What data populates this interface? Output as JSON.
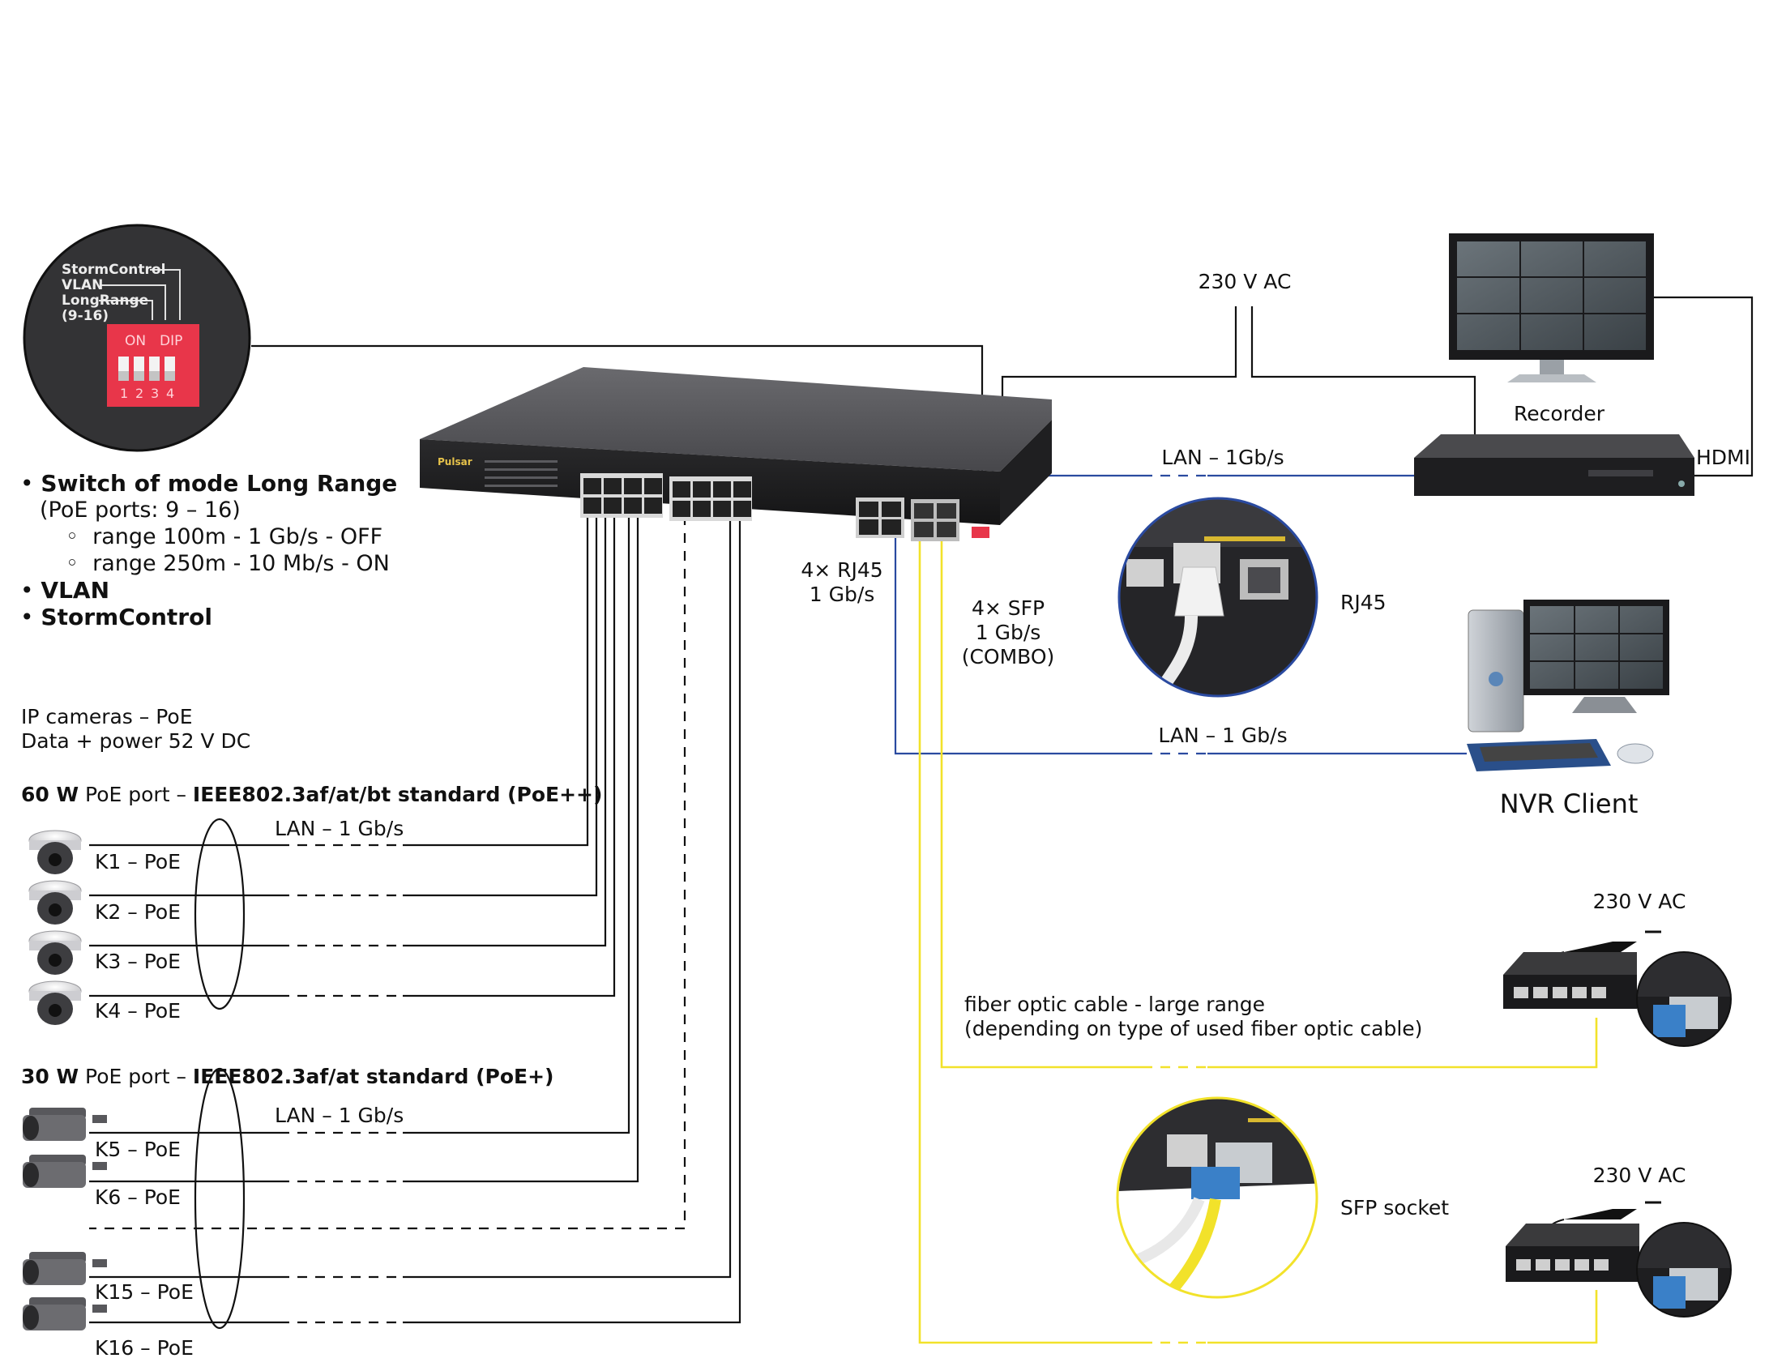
{
  "dip_switch": {
    "labels": [
      "StormControl",
      "VLAN",
      "LongRange",
      "(9-16)"
    ],
    "on_label": "ON",
    "dip_label": "DIP",
    "numbers": [
      "1",
      "2",
      "3",
      "4"
    ]
  },
  "features": {
    "item1": "Switch of mode Long Range",
    "item1_sub": "(PoE ports: 9 – 16)",
    "item1_range_off": "range 100m - 1 Gb/s - OFF",
    "item1_range_on": "range 250m - 10 Mb/s - ON",
    "item2": "VLAN",
    "item3": "StormControl",
    "bullet": "•",
    "sub_bullet": "◦"
  },
  "cameras_info": {
    "line1": "IP cameras – PoE",
    "line2": "Data + power 52 V DC"
  },
  "group_60w": {
    "prefix_bold": "60 W",
    "middle": " PoE port – ",
    "standard": "IEEE802.3af/at/bt standard (PoE++)",
    "lan_label": "LAN – 1 Gb/s",
    "ports": [
      "K1 – PoE",
      "K2 – PoE",
      "K3 – PoE",
      "K4 – PoE"
    ]
  },
  "group_30w": {
    "prefix_bold": "30 W",
    "middle": " PoE port – ",
    "standard": "IEEE802.3af/at standard (PoE+)",
    "lan_label": "LAN – 1 Gb/s",
    "ports": [
      "K5 – PoE",
      "K6 – PoE",
      "K15 – PoE",
      "K16 – PoE"
    ]
  },
  "switch_ports": {
    "rj45_line1": "4× RJ45",
    "rj45_line2": "1 Gb/s",
    "sfp_line1": "4× SFP",
    "sfp_line2": "1 Gb/s",
    "sfp_line3": "(COMBO)"
  },
  "power": {
    "main": "230 V AC",
    "media_converter_1": "230 V AC",
    "media_converter_2": "230 V AC"
  },
  "recorder": {
    "label": "Recorder",
    "hdmi": "HDMI",
    "lan": "LAN – 1Gb/s"
  },
  "nvr_client": {
    "label": "NVR Client",
    "lan": "LAN – 1 Gb/s"
  },
  "rj45_zoom": {
    "label": "RJ45"
  },
  "sfp_zoom": {
    "label": "SFP socket"
  },
  "fiber": {
    "line1": "fiber optic cable - large range",
    "line2": "(depending on type of used fiber optic cable)"
  },
  "brand": {
    "logo_text": "Pulsar"
  },
  "colors": {
    "lan_blue": "#2a4aa0",
    "fiber_yellow": "#f2e22a",
    "dip_red": "#e8364a",
    "device_dark": "#3a3a3c",
    "cable_black": "#111111"
  }
}
